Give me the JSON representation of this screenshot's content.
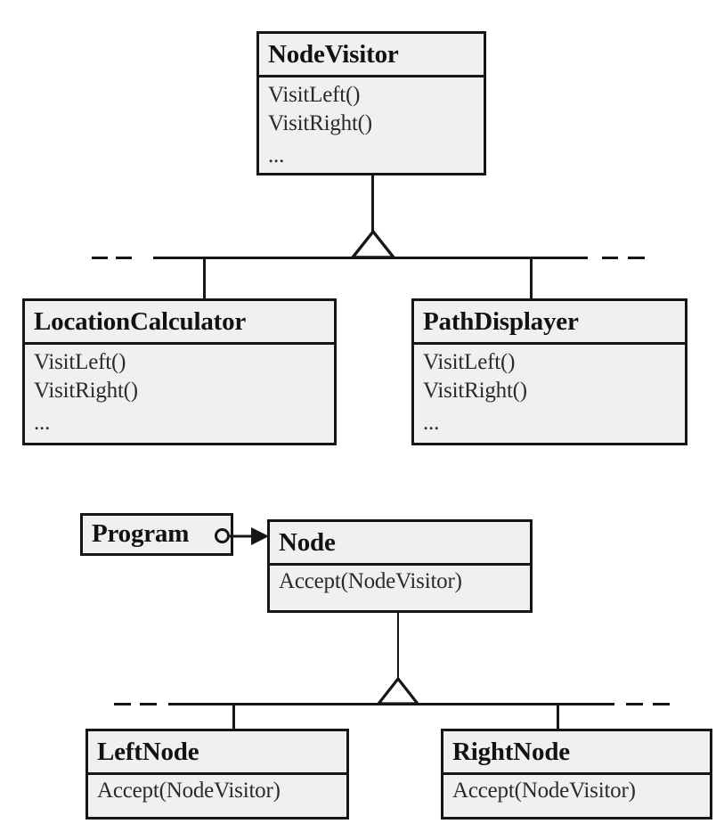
{
  "diagram": {
    "kind": "uml-class-diagram",
    "pattern": "Visitor",
    "colors": {
      "class_fill": "#f0f0f0",
      "line": "#161616",
      "title_text": "#121212",
      "member_text": "#2a2a2a",
      "background": "#ffffff"
    }
  },
  "classes": {
    "node_visitor": {
      "name": "NodeVisitor",
      "members": [
        "VisitLeft()",
        "VisitRight()",
        "..."
      ]
    },
    "location_calculator": {
      "name": "LocationCalculator",
      "members": [
        "VisitLeft()",
        "VisitRight()",
        "..."
      ]
    },
    "path_displayer": {
      "name": "PathDisplayer",
      "members": [
        "VisitLeft()",
        "VisitRight()",
        "..."
      ]
    },
    "program": {
      "name": "Program",
      "members": []
    },
    "node": {
      "name": "Node",
      "members": [
        "Accept(NodeVisitor)"
      ]
    },
    "left_node": {
      "name": "LeftNode",
      "members": [
        "Accept(NodeVisitor)"
      ]
    },
    "right_node": {
      "name": "RightNode",
      "members": [
        "Accept(NodeVisitor)"
      ]
    }
  },
  "relationships": [
    {
      "id": "visitor-generalization",
      "type": "generalization",
      "parent": "NodeVisitor",
      "children": [
        "LocationCalculator",
        "PathDisplayer"
      ],
      "arrowhead": "open-triangle"
    },
    {
      "id": "node-generalization",
      "type": "generalization",
      "parent": "Node",
      "children": [
        "LeftNode",
        "RightNode"
      ],
      "arrowhead": "open-triangle"
    },
    {
      "id": "program-uses-node",
      "type": "dependency-usage",
      "source": "Program",
      "target": "Node",
      "arrowhead": "filled-arrow",
      "source_decoration": "socket-circle"
    }
  ]
}
